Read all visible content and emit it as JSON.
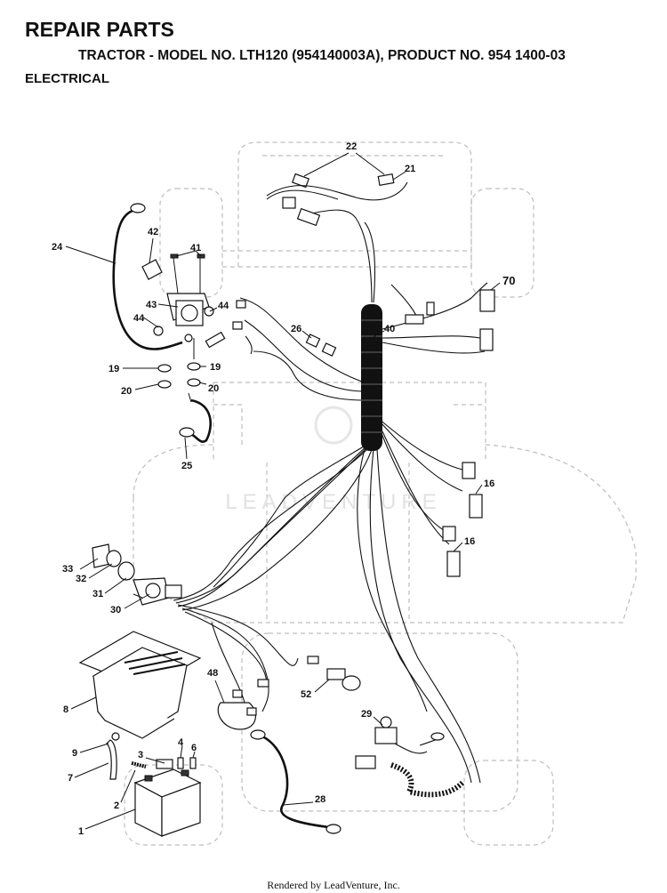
{
  "header": {
    "title": "REPAIR PARTS",
    "subtitle": "TRACTOR - MODEL NO. LTH120 (954140003A), PRODUCT NO. 954 1400-03",
    "section": "ELECTRICAL"
  },
  "watermark": "LEADVENTURE",
  "footer": "Rendered by LeadVenture, Inc.",
  "callouts": {
    "c1": "1",
    "c2": "2",
    "c3": "3",
    "c4": "4",
    "c6": "6",
    "c7": "7",
    "c8": "8",
    "c9": "9",
    "c16a": "16",
    "c16b": "16",
    "c19a": "19",
    "c19b": "19",
    "c20a": "20",
    "c20b": "20",
    "c21": "21",
    "c22": "22",
    "c24": "24",
    "c25": "25",
    "c26": "26",
    "c28": "28",
    "c29": "29",
    "c30": "30",
    "c31": "31",
    "c32": "32",
    "c33": "33",
    "c40": "40",
    "c41": "41",
    "c42": "42",
    "c43": "43",
    "c44a": "44",
    "c44b": "44",
    "c48": "48",
    "c52": "52",
    "c70": "70"
  }
}
